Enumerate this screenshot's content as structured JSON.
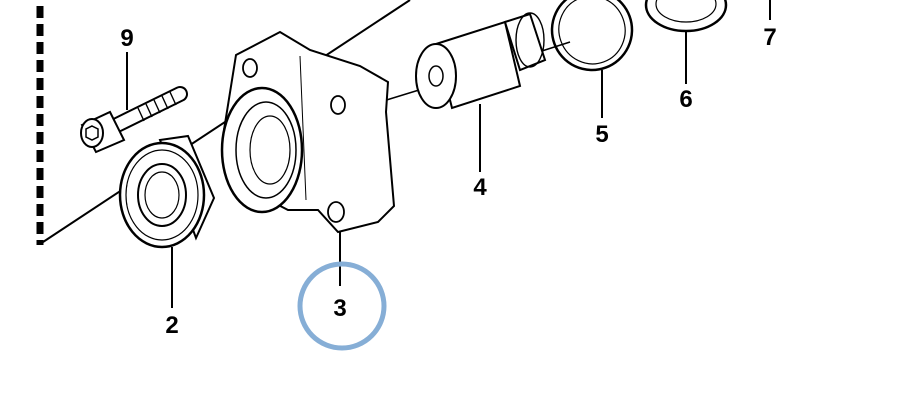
{
  "diagram": {
    "callouts": {
      "c9": "9",
      "c2": "2",
      "c3": "3",
      "c4": "4",
      "c5": "5",
      "c6": "6",
      "c7": "7"
    },
    "highlight_callout": "3",
    "highlight_color": "#86aed6",
    "line_color": "#000000"
  }
}
